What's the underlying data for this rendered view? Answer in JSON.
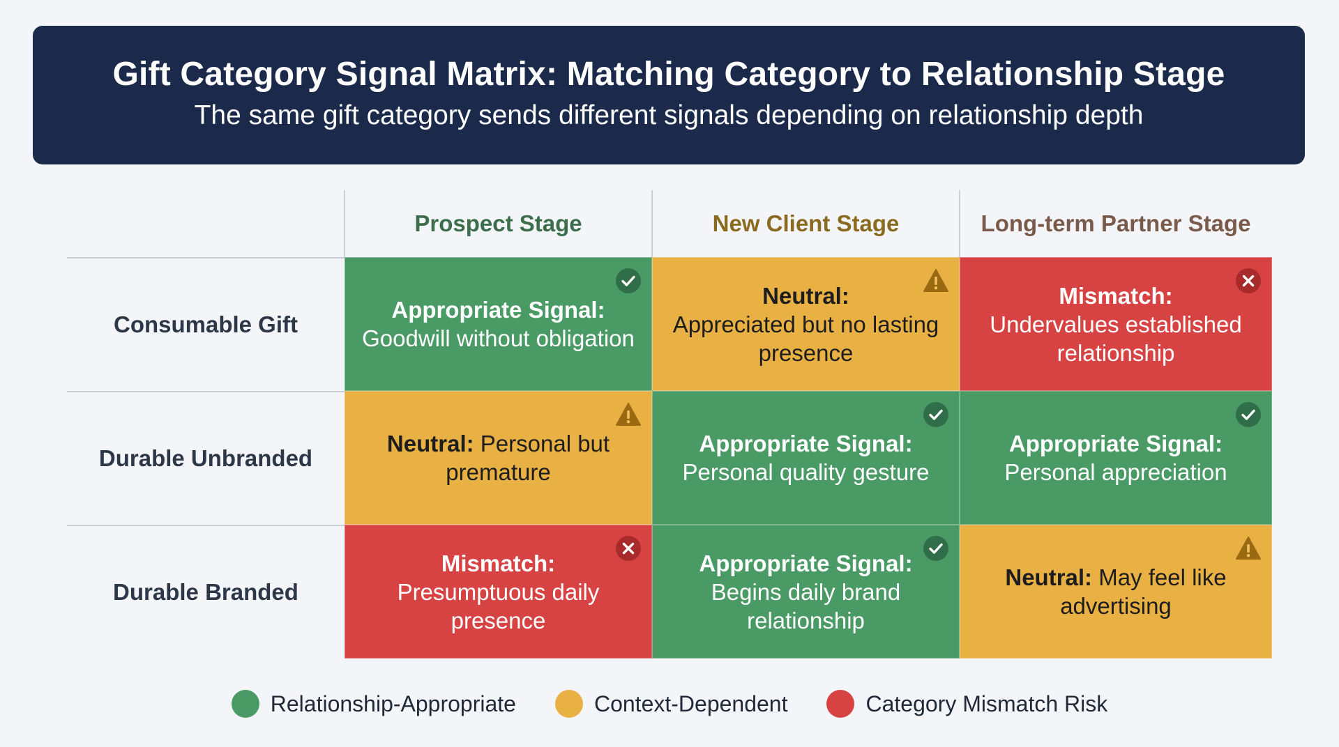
{
  "header": {
    "title": "Gift Category Signal Matrix: Matching Category to Relationship Stage",
    "subtitle": "The same gift category sends different signals depending on relationship depth"
  },
  "columns": [
    {
      "label": "Prospect Stage",
      "color": "#3d6e4b"
    },
    {
      "label": "New Client Stage",
      "color": "#8a6a1e"
    },
    {
      "label": "Long-term Partner Stage",
      "color": "#7a5a4a"
    }
  ],
  "rows": [
    {
      "label": "Consumable Gift",
      "cells": [
        {
          "status": "green",
          "icon": "check-icon",
          "label": "Appropriate Signal:",
          "text": "Goodwill without obligation"
        },
        {
          "status": "amber",
          "icon": "warning-icon",
          "label": "Neutral:",
          "text": "Appreciated but no lasting presence"
        },
        {
          "status": "red",
          "icon": "close-icon",
          "label": "Mismatch:",
          "text": "Undervalues established relationship"
        }
      ]
    },
    {
      "label": "Durable Unbranded",
      "cells": [
        {
          "status": "amber",
          "icon": "warning-icon",
          "label": "Neutral:",
          "text": "Personal but premature",
          "inline": true
        },
        {
          "status": "green",
          "icon": "check-icon",
          "label": "Appropriate Signal:",
          "text": "Personal quality gesture"
        },
        {
          "status": "green",
          "icon": "check-icon",
          "label": "Appropriate Signal:",
          "text": "Personal appreciation"
        }
      ]
    },
    {
      "label": "Durable Branded",
      "cells": [
        {
          "status": "red",
          "icon": "close-icon",
          "label": "Mismatch:",
          "text": "Presumptuous daily presence"
        },
        {
          "status": "green",
          "icon": "check-icon",
          "label": "Appropriate Signal:",
          "text": "Begins daily brand relationship"
        },
        {
          "status": "amber",
          "icon": "warning-icon",
          "label": "Neutral:",
          "text": "May feel like advertising",
          "inline": true
        }
      ]
    }
  ],
  "legend": [
    {
      "label": "Relationship-Appropriate",
      "color": "#4a9a66"
    },
    {
      "label": "Context-Dependent",
      "color": "#e9b144"
    },
    {
      "label": "Category Mismatch Risk",
      "color": "#d74343"
    }
  ]
}
